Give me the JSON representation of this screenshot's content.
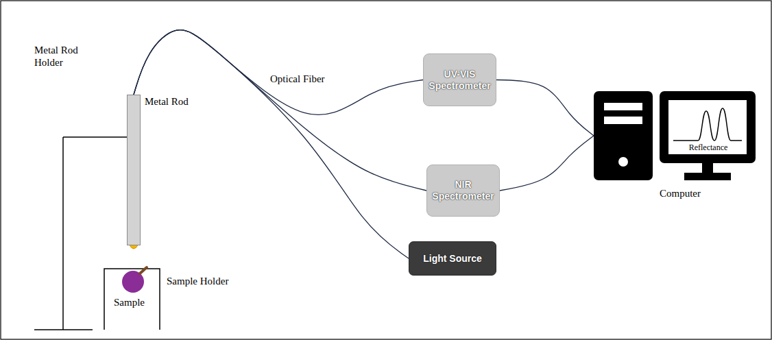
{
  "diagram": {
    "nodes": [
      {
        "text": [
          "Metal Rod"
        ]
      },
      {
        "text": [
          "UV-VIS Spectrometer"
        ]
      },
      {
        "text": [
          "NIR Spectrometer"
        ]
      },
      {
        "text": [
          "Light Source"
        ]
      },
      {
        "text": [
          "Computer"
        ]
      }
    ],
    "edges": [
      {
        "from": 0,
        "to": 1,
        "arrow": "none"
      },
      {
        "from": 0,
        "to": 2,
        "arrow": "none"
      },
      {
        "from": 0,
        "to": 3,
        "arrow": "none"
      },
      {
        "from": 1,
        "to": 4,
        "arrow": "none"
      },
      {
        "from": 2,
        "to": 4,
        "arrow": "none"
      }
    ],
    "labels": [
      "Metal Rod Holder",
      "Optical Fiber",
      "Sample Holder",
      "Sample",
      "Reflectance"
    ]
  }
}
